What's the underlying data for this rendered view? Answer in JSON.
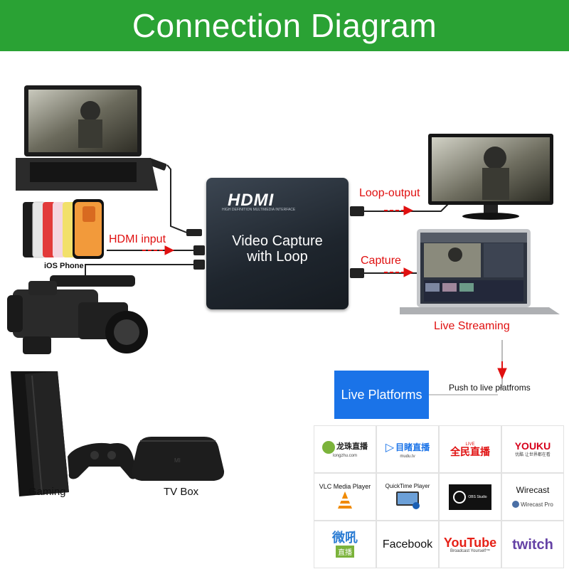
{
  "banner": {
    "title": "Connection Diagram",
    "color": "#2aa234"
  },
  "device": {
    "logo": "HDMI",
    "subtitle": "HIGH DEFINITION MULTIMEDIA INTERFACE",
    "line1": "Video   Capture",
    "line2": "with Loop"
  },
  "labels": {
    "hdmi_input": "HDMI input",
    "ios_phone": "iOS Phone",
    "loop_output": "Loop-output",
    "capture": "Capture",
    "live_streaming": "Live Streaming",
    "push": "Push to live platfroms",
    "live_platforms": "Live Platforms",
    "gaming": "Gaming",
    "tv_box": "TV Box"
  },
  "platforms": [
    {
      "name": "龙珠直播",
      "sub": "longzhu.com",
      "icon": "dragon-icon"
    },
    {
      "name": "目睹直播",
      "sub": "mudu.tv",
      "icon": "play-icon"
    },
    {
      "name": "全民直播",
      "sub": "LIVE",
      "icon": "live-icon"
    },
    {
      "name": "YOUKU",
      "sub": "优酷 让世界都在看",
      "icon": "youku-icon"
    },
    {
      "name": "VLC Media Player",
      "sub": "",
      "icon": "vlc-cone-icon"
    },
    {
      "name": "QuickTime Player",
      "sub": "",
      "icon": "quicktime-icon"
    },
    {
      "name": "OBS Studio",
      "sub": "",
      "icon": "obs-icon"
    },
    {
      "name": "Wirecast",
      "sub": "Wirecast Pro",
      "icon": "wirecast-icon"
    },
    {
      "name": "微吼",
      "sub": "直播",
      "icon": "weihou-icon"
    },
    {
      "name": "Facebook",
      "sub": "",
      "icon": "facebook-icon"
    },
    {
      "name": "YouTube",
      "sub": "Broadcast Yourself™",
      "icon": "youtube-icon"
    },
    {
      "name": "twitch",
      "sub": "",
      "icon": "twitch-icon"
    }
  ],
  "colors": {
    "red": "#e01010",
    "blue": "#1a73e8",
    "youku_red": "#d7001b",
    "twitch_purple": "#6441a5",
    "youtube_red": "#e62117"
  }
}
